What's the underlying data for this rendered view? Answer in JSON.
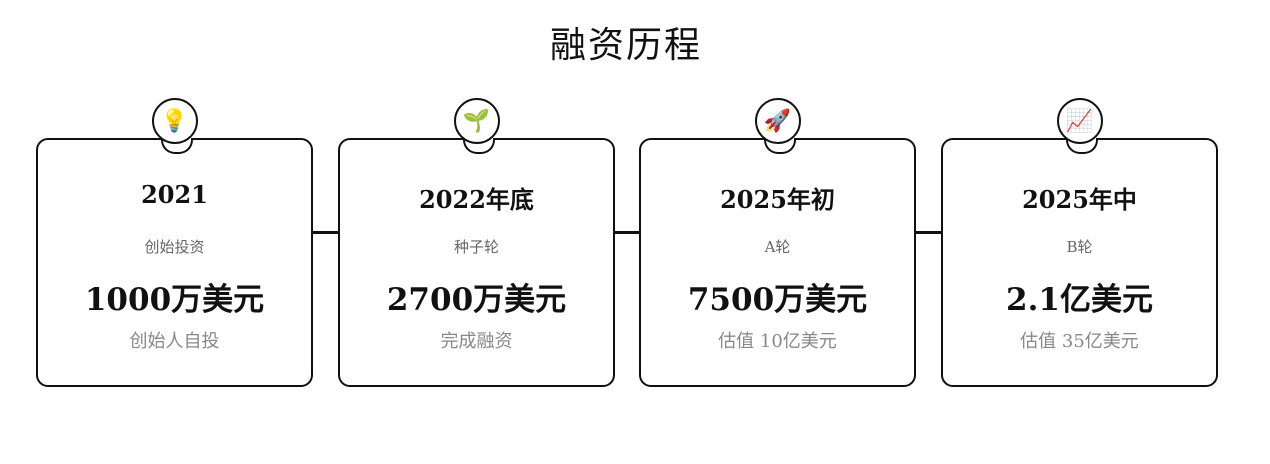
{
  "title": "融资历程",
  "milestones": [
    {
      "icon": "💡",
      "year": "2021",
      "label": "创始投资",
      "amount": "1000万美元",
      "note": "创始人自投"
    },
    {
      "icon": "🌱",
      "year": "2022年底",
      "label": "种子轮",
      "amount": "2700万美元",
      "note": "完成融资"
    },
    {
      "icon": "🚀",
      "year": "2025年初",
      "label": "A轮",
      "amount": "7500万美元",
      "note": "估值 10亿美元"
    },
    {
      "icon": "📈",
      "year": "2025年中",
      "label": "B轮",
      "amount": "2.1亿美元",
      "note": "估值 35亿美元"
    }
  ]
}
